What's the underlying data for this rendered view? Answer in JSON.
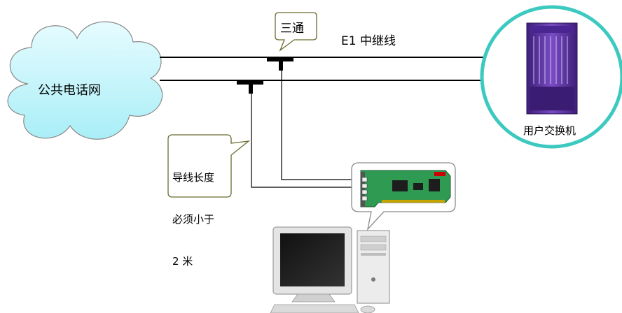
{
  "cloud": {
    "label": "公共电话网"
  },
  "trunk": {
    "label": "E1 中继线"
  },
  "pbx": {
    "label": "用户交换机"
  },
  "tee_callout": {
    "text": "三通"
  },
  "wire_note": {
    "lines": [
      "导线长度",
      "必须小于",
      "2 米"
    ]
  },
  "colors": {
    "cloud_fill": "#c9f6fb",
    "pbx_ring": "#3cc9c0",
    "callout_border": "#6b6b2e",
    "card_green": "#2f9a52",
    "pbx_purple": "#5a2d9c"
  },
  "icons": [
    "cloud-shape",
    "pbx-rack-icon",
    "pci-card-icon",
    "desktop-computer-icon"
  ]
}
